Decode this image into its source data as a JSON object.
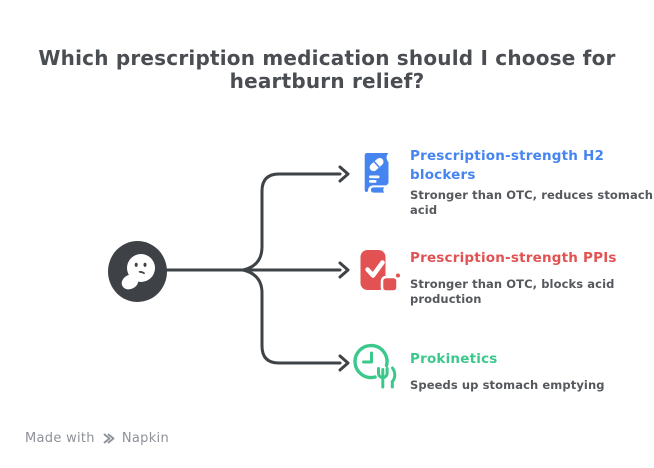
{
  "page": {
    "title": "Which prescription medication should I choose for heartburn relief?",
    "title_lines": [
      "Which prescription medication should I choose for",
      "heartburn relief?"
    ]
  },
  "center_node": {
    "icon": "thinking-face-icon"
  },
  "branches": [
    {
      "label": "Prescription-strength H2 blockers",
      "label_lines": [
        "Prescription-strength H2",
        "blockers"
      ],
      "description": "Stronger than OTC, reduces stomach acid",
      "description_lines": [
        "Stronger than OTC, reduces stomach",
        "acid"
      ],
      "accent_color": "#4685f0",
      "icon": "prescription-scroll-icon"
    },
    {
      "label": "Prescription-strength PPIs",
      "label_lines": [
        "Prescription-strength PPIs"
      ],
      "description": "Stronger than OTC, blocks acid production",
      "description_lines": [
        "Stronger than OTC, blocks acid",
        "production"
      ],
      "accent_color": "#e25252",
      "icon": "pill-bottle-check-icon"
    },
    {
      "label": "Prokinetics",
      "label_lines": [
        "Prokinetics"
      ],
      "description": "Speeds up stomach emptying",
      "description_lines": [
        "Speeds up stomach emptying"
      ],
      "accent_color": "#3bc88b",
      "icon": "clock-fork-icon"
    }
  ],
  "footer": {
    "made_with": "Made with",
    "brand": "Napkin",
    "logo_icon": "napkin-logo-icon"
  },
  "colors": {
    "background": "#ffffff",
    "title_text": "#4a4d52",
    "description_text": "#55585d",
    "connector": "#3e4347",
    "center_node_fill": "#3e4247",
    "h2_blockers_blue": "#4685f0",
    "ppis_red": "#e25252",
    "prokinetics_green": "#3bc88b",
    "footer_text": "#8d9298"
  }
}
